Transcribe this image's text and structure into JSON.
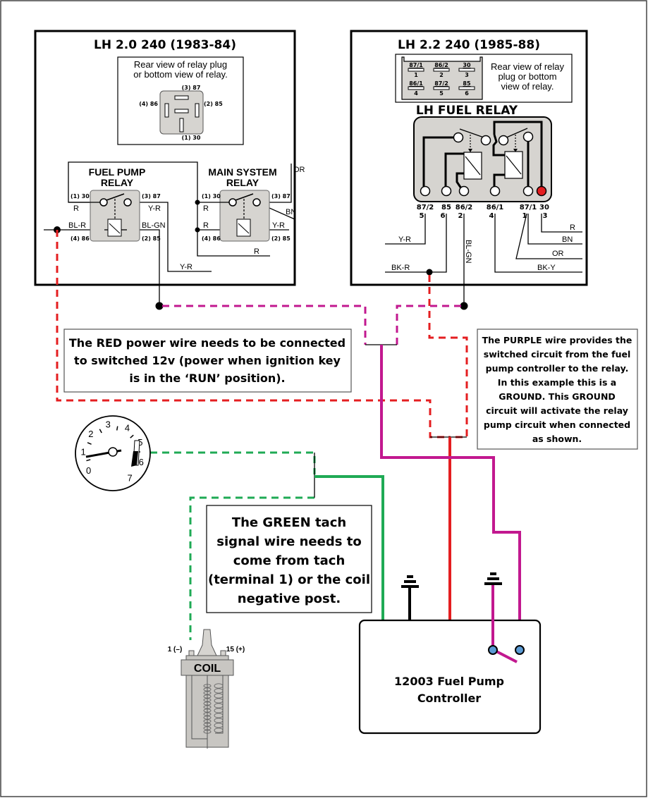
{
  "colors": {
    "red_wire": "#e41e20",
    "purple_wire": "#c2188f",
    "green_wire": "#1faa55",
    "relay_fill": "#d6d4d0",
    "terminal_blue": "#5b9bd5",
    "outline": "#000000"
  },
  "lh20": {
    "title": "LH 2.0 240 (1983-84)",
    "plug_note_line1": "Rear view of relay plug",
    "plug_note_line2": "or bottom view of relay.",
    "plug_pins": {
      "top": "(3) 87",
      "left": "(4) 86",
      "right": "(2) 85",
      "bottom": "(1) 30"
    },
    "fuel_pump_relay": {
      "title_line1": "FUEL PUMP",
      "title_line2": "RELAY",
      "pin_30": "(1) 30",
      "pin_87": "(3) 87",
      "pin_86": "(4) 86",
      "pin_85": "(2) 85",
      "wire_30": "R",
      "wire_87": "Y-R",
      "wire_86": "BL-R",
      "wire_85": "BL-GN",
      "wire_out": "Y-R"
    },
    "main_system_relay": {
      "title_line1": "MAIN SYSTEM",
      "title_line2": "RELAY",
      "pin_30": "(1) 30",
      "pin_87": "(3) 87",
      "pin_86": "(4) 86",
      "pin_85": "(2) 85",
      "wire_30": "R",
      "wire_86": "R",
      "wire_85": "Y-R",
      "wire_87_a": "OR",
      "wire_87_b": "BN",
      "wire_bottom": "R"
    }
  },
  "lh22": {
    "title": "LH 2.2 240 (1985-88)",
    "plug_note_line1": "Rear view of relay",
    "plug_note_line2": "plug or bottom",
    "plug_note_line3": "view of relay.",
    "plug_pins": [
      {
        "name": "87/1",
        "num": "1"
      },
      {
        "name": "86/2",
        "num": "2"
      },
      {
        "name": "30",
        "num": "3"
      },
      {
        "name": "86/1",
        "num": "4"
      },
      {
        "name": "87/2",
        "num": "5"
      },
      {
        "name": "85",
        "num": "6"
      }
    ],
    "relay_title": "LH FUEL RELAY",
    "terminals": [
      {
        "name": "87/2",
        "num": "5"
      },
      {
        "name": "85",
        "num": "6"
      },
      {
        "name": "86/2",
        "num": "2"
      },
      {
        "name": "86/1",
        "num": "4"
      },
      {
        "name": "87/1",
        "num": "1"
      },
      {
        "name": "30",
        "num": "3"
      }
    ],
    "wires": {
      "pin5": "Y-R",
      "pin6": "BK-R",
      "pin2": "BL-GN",
      "pin4": "BK-Y",
      "pin1_a": "BN",
      "pin1_b": "OR",
      "pin3": "R"
    }
  },
  "callouts": {
    "red": {
      "line1": "The RED power wire needs to be connected",
      "line2": "to switched 12v (power when ignition key",
      "line3": "is in the ‘RUN’ position)."
    },
    "purple": {
      "line1": "The PURPLE wire provides the",
      "line2": "switched circuit from the fuel",
      "line3": "pump controller to the relay.",
      "line4": "In this example this is a",
      "line5": "GROUND. This GROUND",
      "line6": "circuit will activate the relay",
      "line7": "pump circuit when connected",
      "line8": "as shown."
    },
    "green": {
      "line1": "The GREEN tach",
      "line2": "signal wire needs to",
      "line3": "come from tach",
      "line4": "(terminal 1) or the coil",
      "line5": "negative post."
    }
  },
  "tachometer": {
    "labels": [
      "0",
      "1",
      "2",
      "3",
      "4",
      "5",
      "6",
      "7"
    ],
    "needle_value": 1
  },
  "coil": {
    "label": "COIL",
    "pin_neg": "1 (–)",
    "pin_pos": "15 (+)"
  },
  "controller": {
    "line1": "12003 Fuel Pump",
    "line2": "Controller"
  }
}
